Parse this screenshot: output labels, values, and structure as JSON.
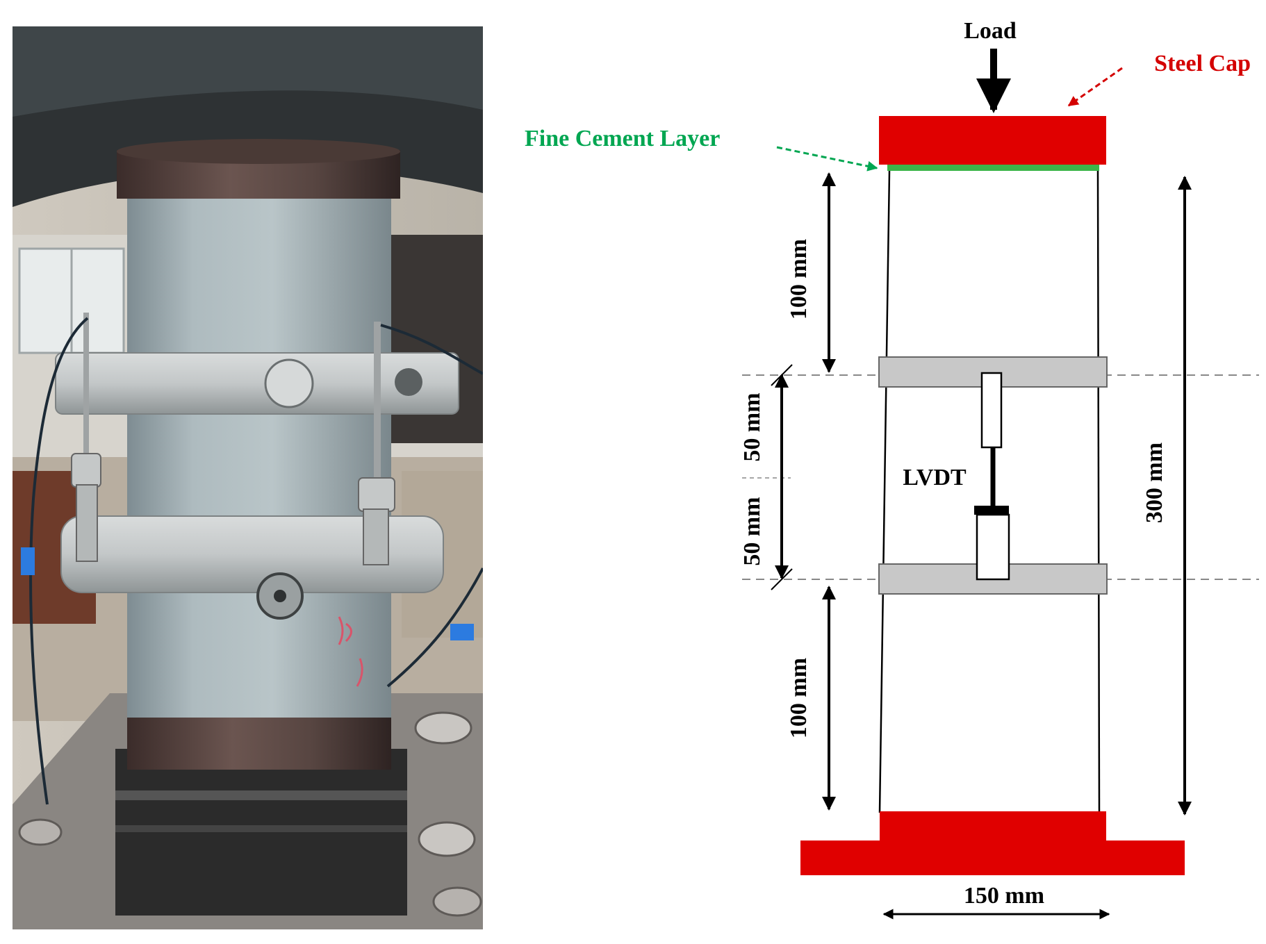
{
  "labels": {
    "load": "Load",
    "steel_cap": "Steel Cap",
    "fine_cement_layer": "Fine Cement Layer",
    "lvdt": "LVDT",
    "dim_top": "100 mm",
    "dim_gauge_upper": "50 mm",
    "dim_gauge_lower": "50 mm",
    "dim_bottom": "100 mm",
    "dim_height": "300 mm",
    "dim_diameter": "150 mm"
  },
  "colors": {
    "steel_cap": "#e00000",
    "fine_cement_layer": "#3cb54a",
    "fine_cement_label": "#00a651",
    "steel_cap_label": "#d40000",
    "ring": "#c8c8c8",
    "line": "#000000"
  }
}
